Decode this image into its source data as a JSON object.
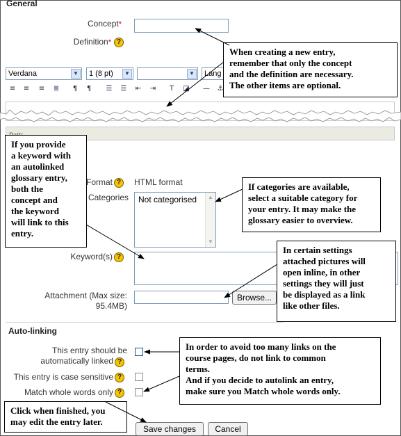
{
  "general": {
    "legend": "General",
    "concept_label": "Concept",
    "definition_label": "Definition",
    "required_mark": "*"
  },
  "toolbar": {
    "font_name": "Verdana",
    "font_size": "1 (8 pt)",
    "style_value": "",
    "lang_label": "Lang"
  },
  "editor": {
    "path_label": "Path:"
  },
  "fields": {
    "format_label": "Format",
    "format_value": "HTML format",
    "categories_label": "Categories",
    "categories_options": [
      "Not categorised"
    ],
    "keywords_label": "Keyword(s)",
    "attachment_label_line1": "Attachment (Max size:",
    "attachment_label_line2": "95.4MB)",
    "browse_button": "Browse..."
  },
  "autolinking": {
    "legend": "Auto-linking",
    "entry_linked_line1": "This entry should be",
    "entry_linked_line2": "automatically linked",
    "case_sensitive": "This entry is case sensitive",
    "whole_words": "Match whole words only"
  },
  "buttons": {
    "save": "Save changes",
    "cancel": "Cancel"
  },
  "help_glyph": "?",
  "callouts": {
    "new_entry": [
      "When creating a new entry,",
      "remember that only the concept",
      "and the definition are necessary.",
      "The other items are optional."
    ],
    "keyword": [
      "If you provide",
      "a keyword with",
      "an autolinked",
      "glossary entry,",
      "both the",
      "concept and",
      "the keyword",
      "will link to this",
      "entry."
    ],
    "categories": [
      "If categories are available,",
      "select a suitable category for",
      "your entry. It may make the",
      "glossary easier to overview."
    ],
    "attachment": [
      "In certain settings",
      "attached pictures will",
      "open inline, in other",
      "settings they will just",
      "be displayed as a link",
      "like other files."
    ],
    "autolink": [
      "In order to avoid too many links on the",
      "course pages, do not link to common",
      "terms.",
      "And if you decide to autolink an entry,",
      "make sure you Match whole words only."
    ],
    "finish": [
      "Click when finished, you",
      "may edit the entry later."
    ]
  }
}
